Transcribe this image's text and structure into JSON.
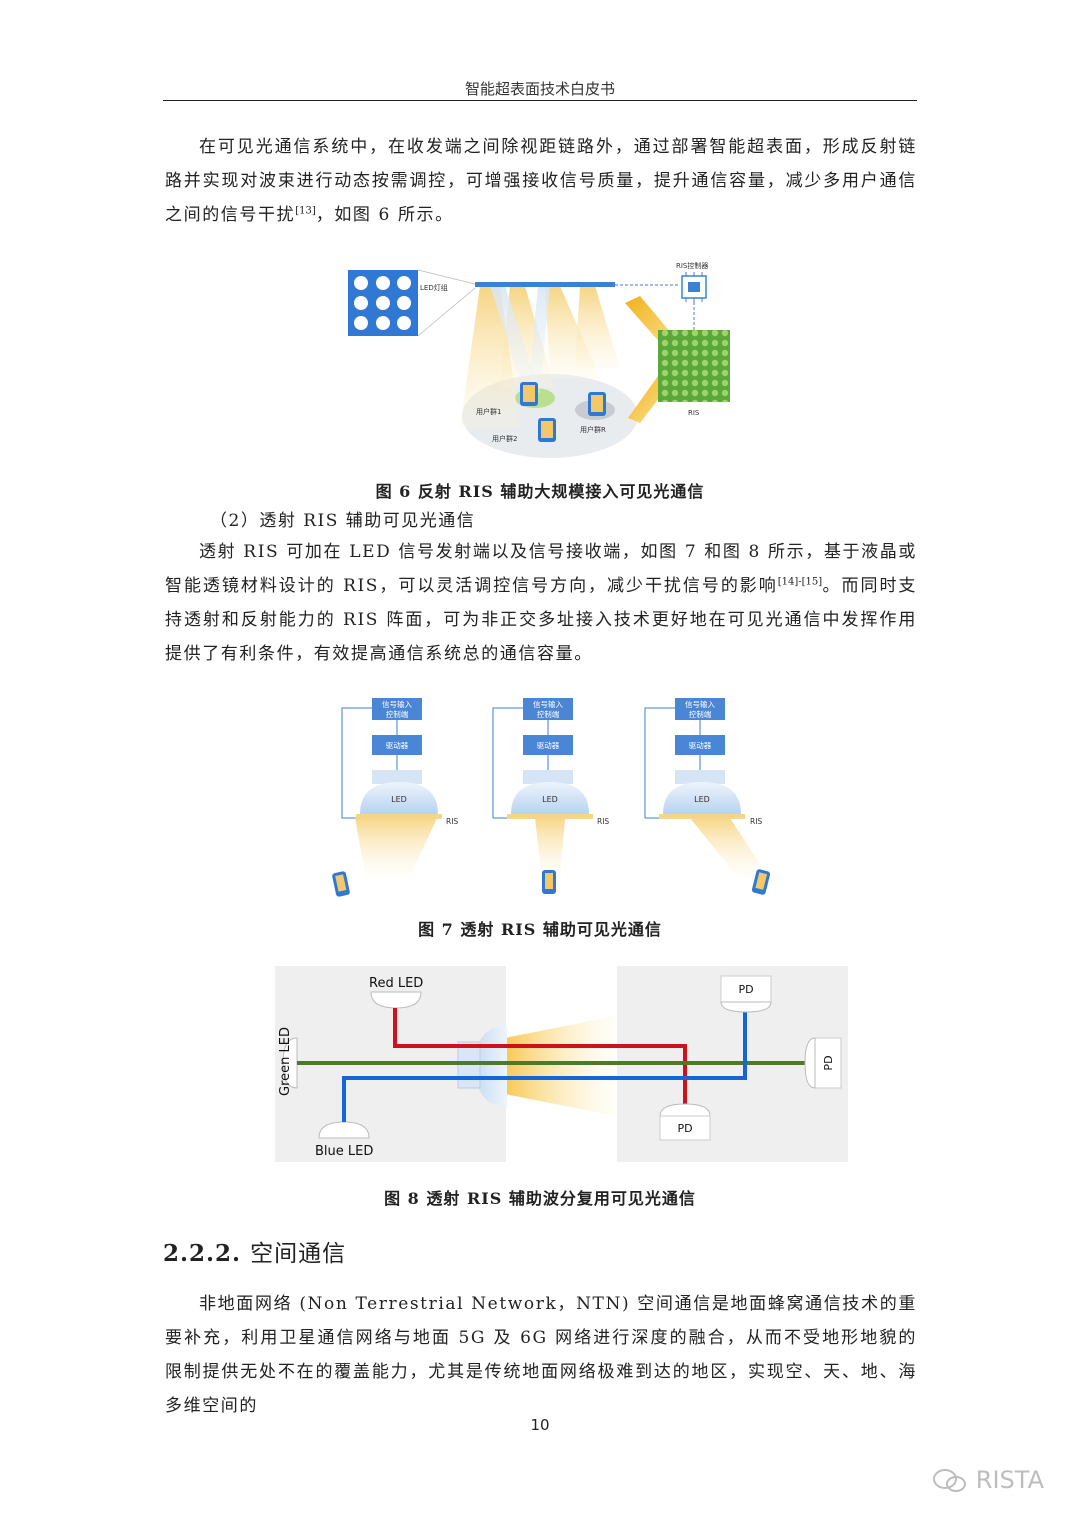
{
  "header": {
    "title": "智能超表面技术白皮书"
  },
  "para1": {
    "text_a": "在可见光通信系统中，在收发端之间除视距链路外，通过部署智能超表面，形成反射链路并实现对波束进行动态按需调控，可增强接收信号质量，提升通信容量，减少多用户通信之间的信号干扰",
    "ref": "[13]",
    "text_b": "，如图 6 所示。"
  },
  "figure6": {
    "caption": "图 6  反射 RIS 辅助大规模接入可见光通信",
    "led_label": "LED灯组",
    "controller_label": "RIS控制器",
    "ris_label": "RIS",
    "group1": "用户群1",
    "group2": "用户群2",
    "groupR": "用户群R"
  },
  "subheading": "（2）透射 RIS 辅助可见光通信",
  "para2": {
    "text_a": "透射 RIS 可加在 LED 信号发射端以及信号接收端，如图 7 和图 8 所示，基于液晶或智能透镜材料设计的 RIS，可以灵活调控信号方向，减少干扰信号的影响",
    "ref": "[14]-[15]",
    "text_b": "。而同时支持透射和反射能力的 RIS 阵面，可为非正交多址接入技术更好地在可见光通信中发挥作用提供了有利条件，有效提高通信系统总的通信容量。"
  },
  "figure7": {
    "caption": "图 7  透射 RIS 辅助可见光通信",
    "units": [
      {
        "signal": "信号输入\n控制端",
        "driver": "驱动器",
        "led": "LED",
        "ris": "RIS"
      },
      {
        "signal": "信号输入\n控制端",
        "driver": "驱动器",
        "led": "LED",
        "ris": "RIS"
      },
      {
        "signal": "信号输入\n控制端",
        "driver": "驱动器",
        "led": "LED",
        "ris": "RIS"
      }
    ],
    "signal_line1": "信号输入",
    "signal_line2": "控制端"
  },
  "figure8": {
    "caption": "图 8  透射 RIS 辅助波分复用可见光通信",
    "red_led": "Red LED",
    "green_led": "Green LED",
    "blue_led": "Blue LED",
    "pd": "PD",
    "colors": {
      "red": "#d0101b",
      "green": "#4a7a2a",
      "blue": "#1466d6"
    }
  },
  "section": {
    "number": "2.2.2.",
    "title": "空间通信"
  },
  "para3": {
    "text": "非地面网络 (Non Terrestrial Network，NTN) 空间通信是地面蜂窝通信技术的重要补充，利用卫星通信网络与地面 5G 及 6G 网络进行深度的融合，从而不受地形地貌的限制提供无处不在的覆盖能力，尤其是传统地面网络极难到达的地区，实现空、天、地、海多维空间的"
  },
  "page_number": "10",
  "watermark": "RISTA"
}
